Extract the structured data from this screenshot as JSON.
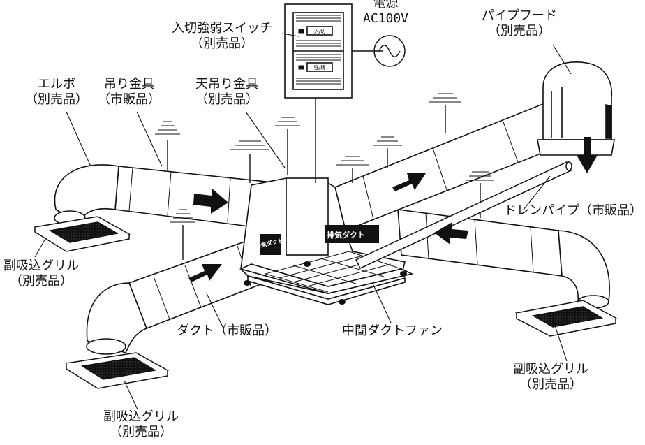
{
  "labels": {
    "switch": {
      "line1": "入切強弱スイッチ",
      "line2": "（別売品）"
    },
    "power": {
      "line1": "電源",
      "line2": "AC100V"
    },
    "pipe_hood": {
      "line1": "パイプフード",
      "line2": "（別売品）"
    },
    "elbow": {
      "line1": "エルボ",
      "line2": "（別売品）"
    },
    "hanger_fitting": {
      "line1": "吊り金具",
      "line2": "（市販品）"
    },
    "ceiling_hanger": {
      "line1": "天吊り金具",
      "line2": "（別売品）"
    },
    "drain_pipe": {
      "line1": "ドレンパイプ（市販品）"
    },
    "grille_left": {
      "line1": "副吸込グリル",
      "line2": "（別売品）"
    },
    "duct": {
      "line1": "ダクト（市販品）"
    },
    "fan": {
      "line1": "中間ダクトファン"
    },
    "grille_right": {
      "line1": "副吸込グリル",
      "line2": "（別売品）"
    },
    "grille_bottom": {
      "line1": "副吸込グリル",
      "line2": "（別売品）"
    }
  },
  "fan_body": {
    "exhaust_label": "排気ダクト",
    "side_label": "吸気ダクト"
  },
  "switch_panel": {
    "top_button": "入/切",
    "bottom_button": "強/弱"
  }
}
